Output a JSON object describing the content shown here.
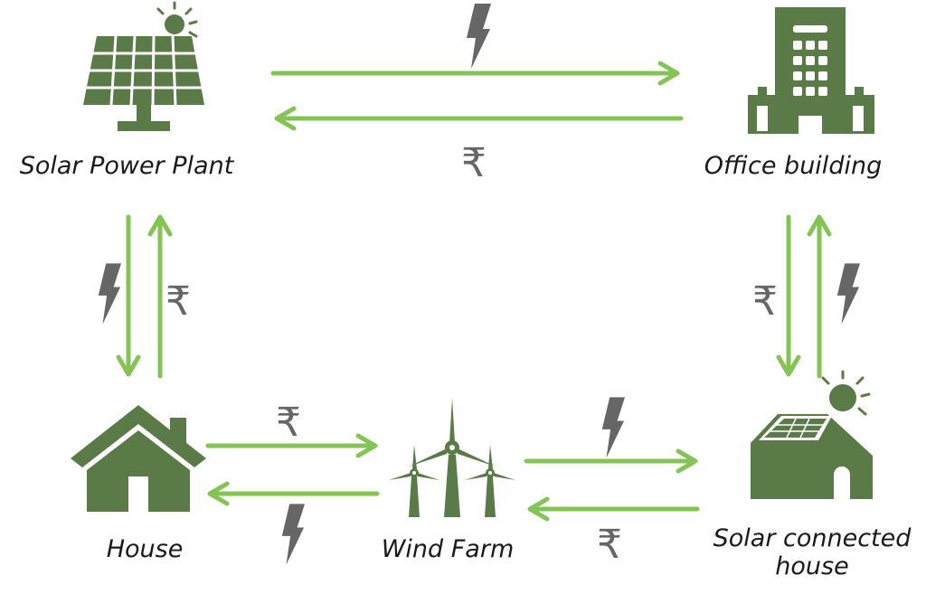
{
  "nodes": {
    "solar_power_plant": "Solar Power Plant",
    "office_building": "Office building",
    "house": "House",
    "wind_farm": "Wind Farm",
    "solar_connected_house_line1": "Solar connected",
    "solar_connected_house_line2": "house"
  },
  "symbols": {
    "currency": "₹",
    "electricity_icon": "lightning-bolt"
  },
  "colors": {
    "icon": "#5a7a47",
    "arrow": "#84c454",
    "symbol": "#666666"
  },
  "flows": [
    {
      "from": "Solar Power Plant",
      "to": "Office building",
      "carries": "electricity"
    },
    {
      "from": "Office building",
      "to": "Solar Power Plant",
      "carries": "money"
    },
    {
      "from": "Solar Power Plant",
      "to": "House",
      "carries": "electricity"
    },
    {
      "from": "House",
      "to": "Solar Power Plant",
      "carries": "money"
    },
    {
      "from": "House",
      "to": "Wind Farm",
      "carries": "money"
    },
    {
      "from": "Wind Farm",
      "to": "House",
      "carries": "electricity"
    },
    {
      "from": "Wind Farm",
      "to": "Solar connected house",
      "carries": "electricity"
    },
    {
      "from": "Solar connected house",
      "to": "Wind Farm",
      "carries": "money"
    },
    {
      "from": "Office building",
      "to": "Solar connected house",
      "carries": "money"
    },
    {
      "from": "Solar connected house",
      "to": "Office building",
      "carries": "electricity"
    }
  ]
}
